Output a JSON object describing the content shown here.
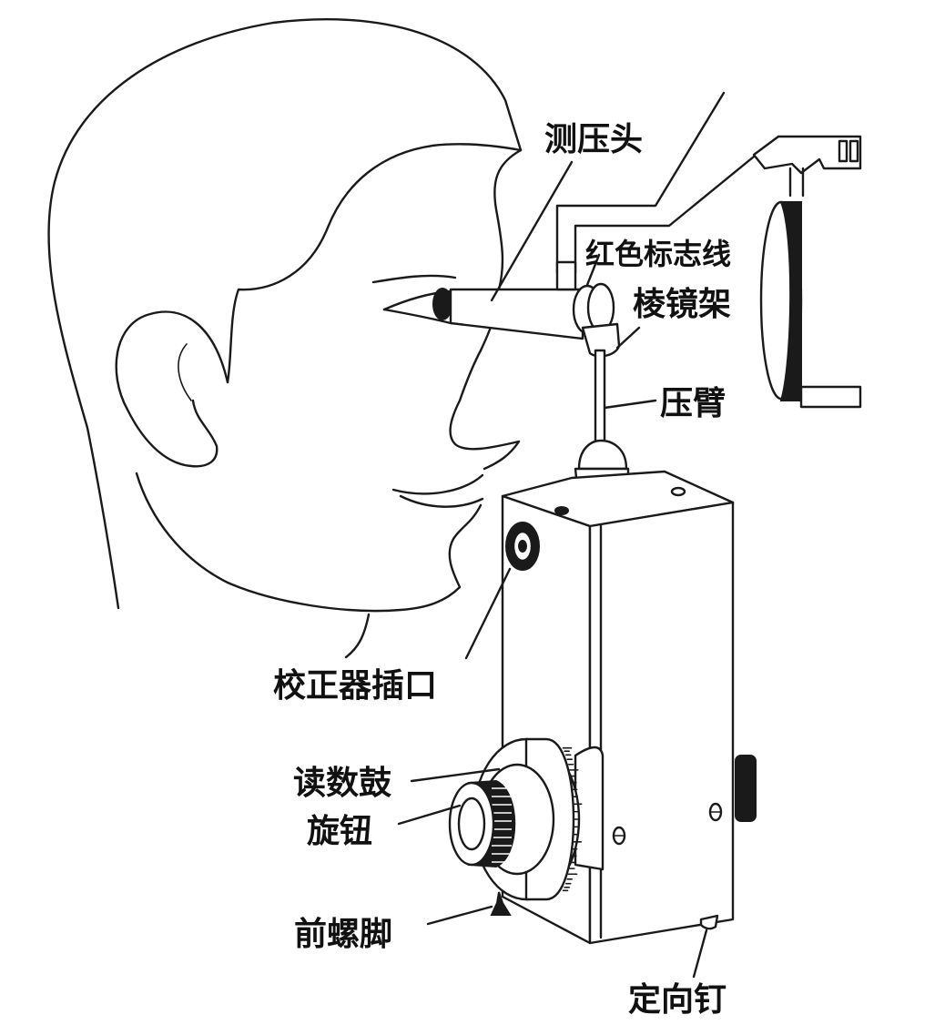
{
  "labels": {
    "tonometer_head": "测压头",
    "red_marker_line": "红色标志线",
    "prism_holder": "棱镜架",
    "pressure_arm": "压臂",
    "calibrator_port": "校正器插口",
    "reading_drum": "读数鼓",
    "knob": "旋钮",
    "front_screw_foot": "前螺脚",
    "orientation_pin": "定向钉"
  },
  "colors": {
    "ink": "#1a1a1a",
    "background": "#ffffff"
  }
}
